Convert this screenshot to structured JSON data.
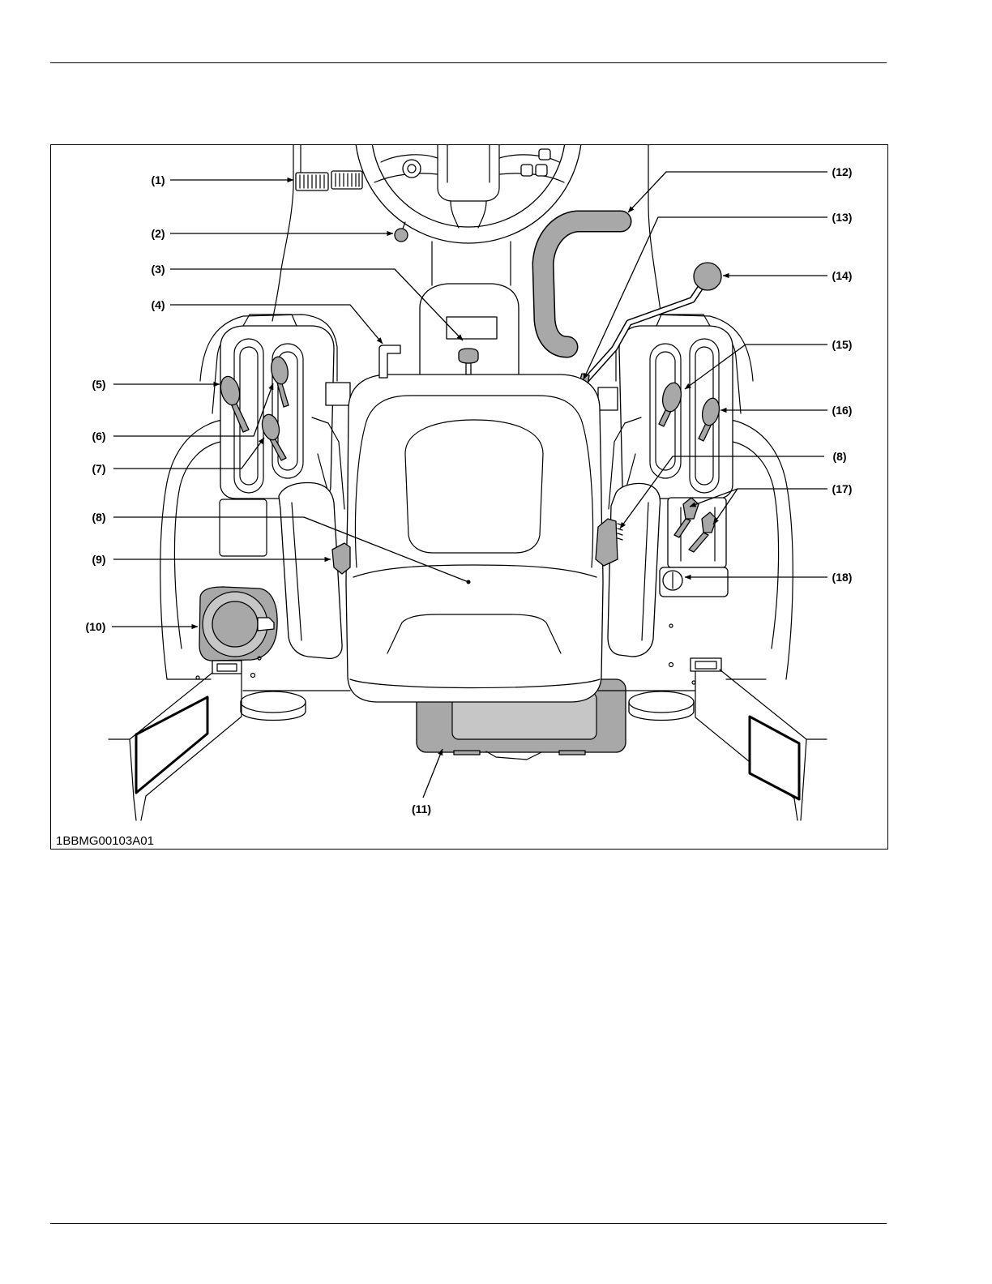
{
  "figure": {
    "id": "1BBMG00103A01",
    "callouts_left": [
      "(1)",
      "(2)",
      "(3)",
      "(4)",
      "(5)",
      "(6)",
      "(7)",
      "(8)",
      "(9)",
      "(10)"
    ],
    "callout_bottom": "(11)",
    "callouts_right": [
      "(12)",
      "(13)",
      "(14)",
      "(15)",
      "(16)",
      "(8)",
      "(17)",
      "(18)"
    ]
  },
  "colors": {
    "ink": "#000000",
    "part_fill": "#a8a8a8",
    "paper": "#ffffff"
  }
}
